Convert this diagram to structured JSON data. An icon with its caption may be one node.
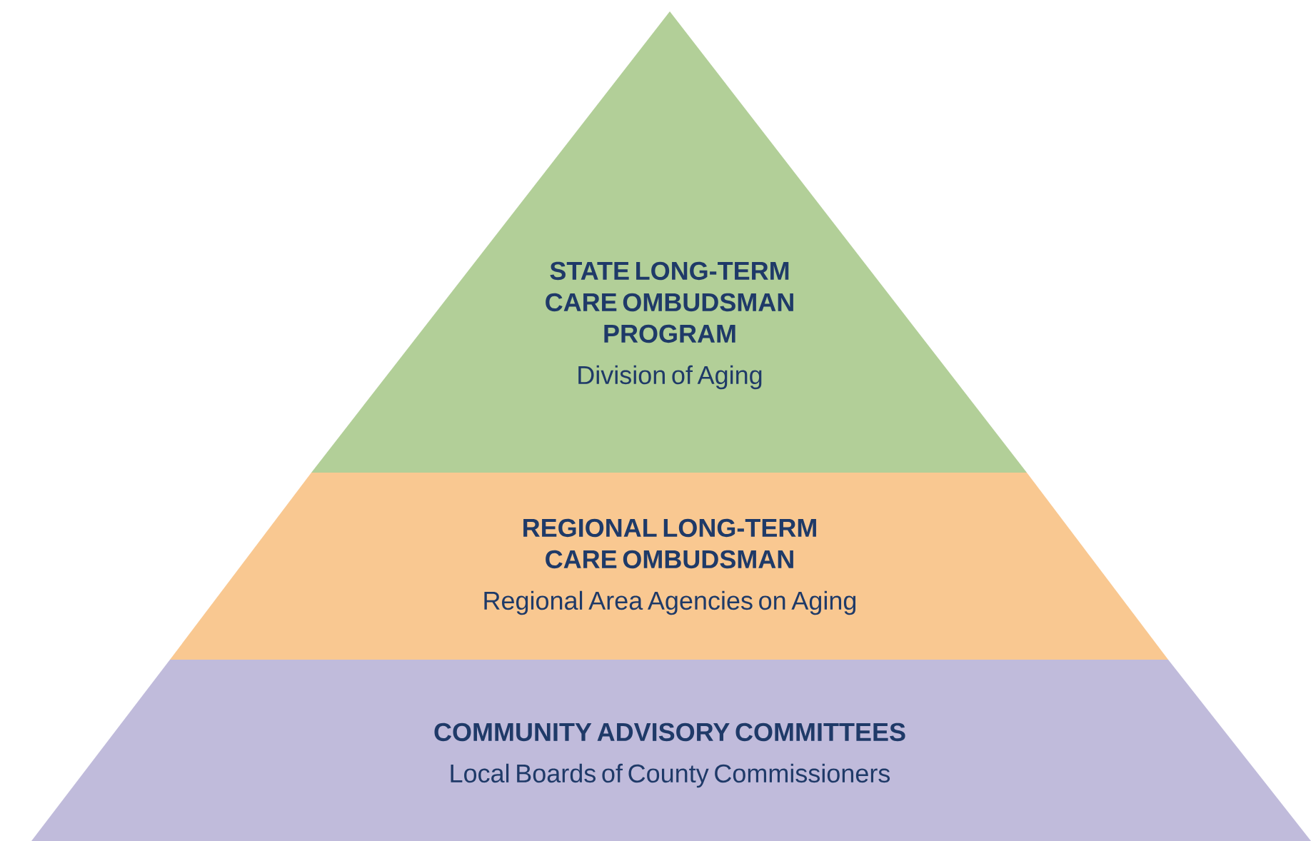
{
  "diagram": {
    "nodes": [
      {
        "text": [
          "STATE LONG-TERM CARE OMBUDSMAN PROGRAM",
          "Division of Aging"
        ]
      },
      {
        "text": [
          "REGIONAL LONG-TERM CARE OMBUDSMAN",
          "Regional Area Agencies on Aging"
        ]
      },
      {
        "text": [
          "COMMUNITY ADVISORY COMMITTEES",
          "Local Boards of County Commissioners"
        ]
      }
    ]
  }
}
